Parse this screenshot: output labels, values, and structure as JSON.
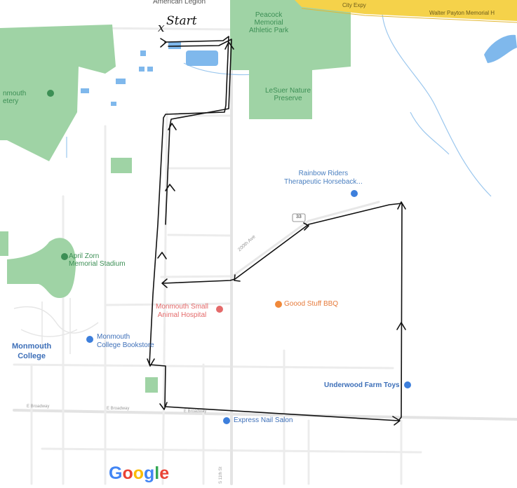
{
  "colors": {
    "park": "#9fd3a5",
    "water": "#7fb8ec",
    "highway": "#f5d24a",
    "road": "#e4e4e4",
    "route": "#111111",
    "poi_red": "#e46a6a",
    "poi_orange": "#f0893a",
    "poi_blue": "#3d7fdc",
    "poi_park": "#3c8f55"
  },
  "annotations": {
    "start_label": "Start",
    "start_mark": "x"
  },
  "labels": {
    "american_legion": "American Legion",
    "peacock_park": [
      "Peacock",
      "Memorial",
      "Athletic Park"
    ],
    "lesuer_preserve": [
      "LeSuer Nature",
      "Preserve"
    ],
    "cemetery": [
      "nmouth",
      "etery"
    ],
    "highway_name": "Walter Payton Memorial H",
    "highway_short": "City Expy",
    "rainbow_riders": [
      "Rainbow Riders",
      "Therapeutic Horseback..."
    ],
    "april_zorn": [
      "April Zorn",
      "Memorial Stadium"
    ],
    "monmouth_small_animal": [
      "Monmouth Small",
      "Animal Hospital"
    ],
    "goood_stuff_bbq": "Goood Stuff BBQ",
    "monmouth_college": [
      "Monmouth",
      "College"
    ],
    "college_bookstore": [
      "Monmouth",
      "College Bookstore"
    ],
    "underwood_farm": "Underwood Farm Toys",
    "express_nail": "Express Nail Salon",
    "route_marker": "33",
    "street_200th": "200th Ave",
    "street_broadway_w": "E Broadway",
    "street_broadway_c": "E Broadway",
    "street_broadway_e": "E Broadway",
    "street_11th": "S 11th St",
    "logo": [
      "G",
      "o",
      "o",
      "g",
      "l",
      "e"
    ]
  }
}
